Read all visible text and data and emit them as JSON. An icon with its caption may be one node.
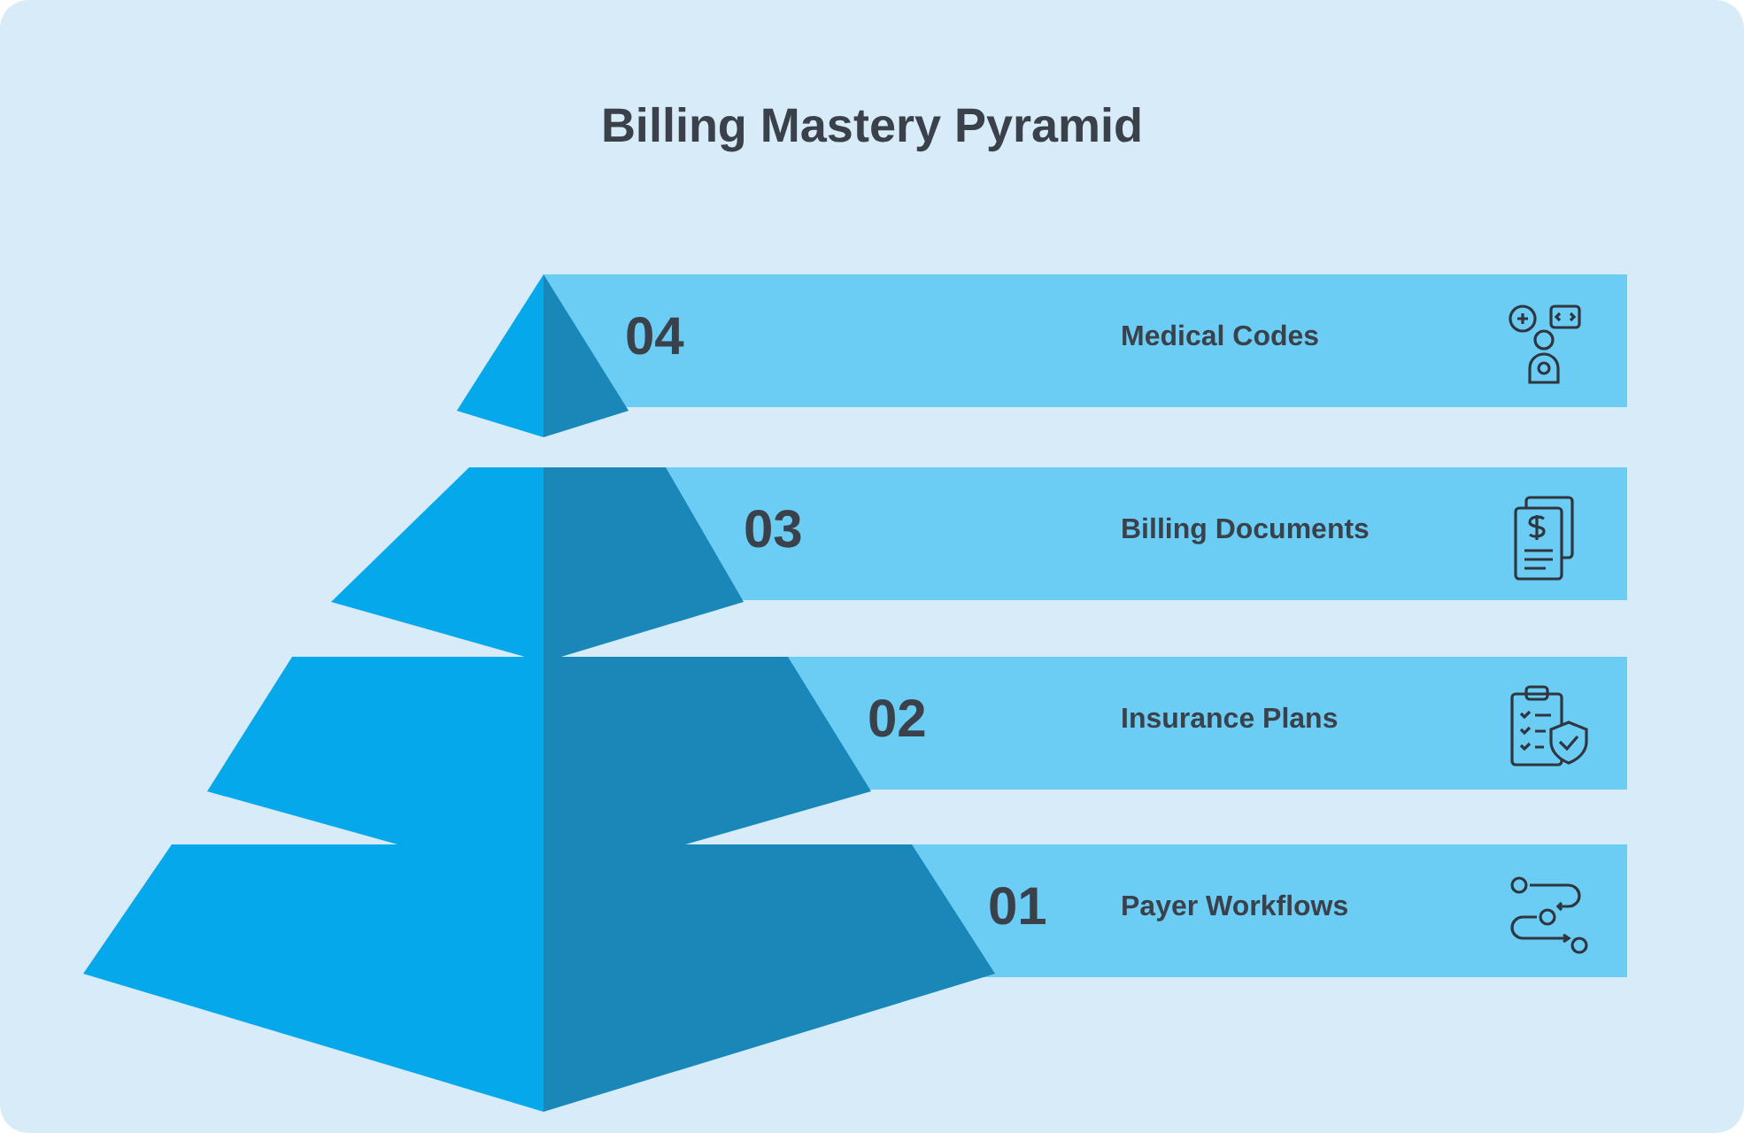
{
  "diagram": {
    "title": "Billing Mastery Pyramid",
    "nodes": [
      {
        "text": [
          "04",
          "Medical Codes"
        ]
      },
      {
        "text": [
          "03",
          "Billing Documents"
        ]
      },
      {
        "text": [
          "02",
          "Insurance Plans"
        ]
      },
      {
        "text": [
          "01",
          "Payer Workflows"
        ]
      }
    ]
  }
}
